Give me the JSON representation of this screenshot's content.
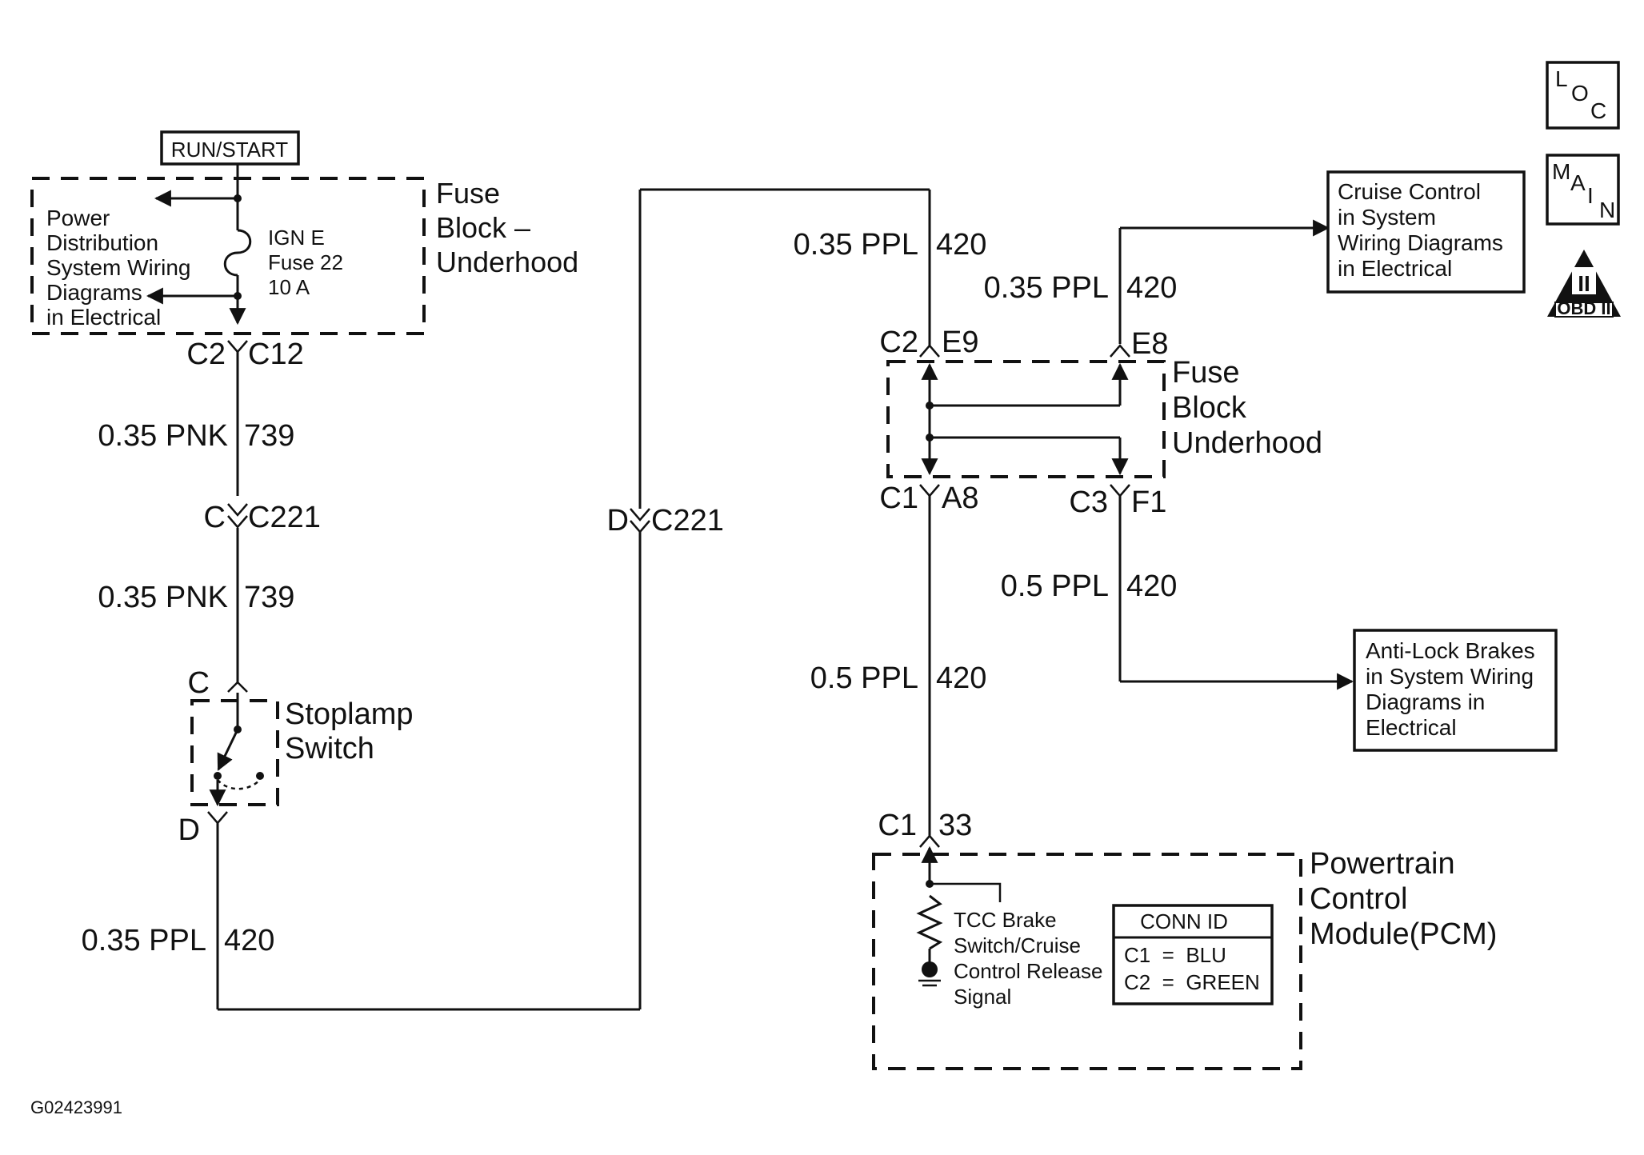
{
  "figure_id": "G02423991",
  "icons": {
    "loc": [
      "L",
      "O",
      "C"
    ],
    "main": [
      "M",
      "A",
      "I",
      "N"
    ],
    "obd": {
      "roman": "II",
      "label": "OBD II"
    }
  },
  "run_start": "RUN/START",
  "fuse_block_top": {
    "title": [
      "Fuse",
      "Block –",
      "Underhood"
    ],
    "fuse": [
      "IGN E",
      "Fuse 22",
      "10 A"
    ],
    "power_note": [
      "Power",
      "Distribution",
      "System Wiring",
      "Diagrams",
      "in Electrical"
    ]
  },
  "conn_c2_c12": {
    "left": "C2",
    "right": "C12"
  },
  "wire_pnk_1": {
    "gauge": "0.35 PNK",
    "circuit": "739"
  },
  "conn_c_c221": {
    "left": "C",
    "right": "C221"
  },
  "wire_pnk_2": {
    "gauge": "0.35 PNK",
    "circuit": "739"
  },
  "stoplamp": {
    "pin_c": "C",
    "pin_d": "D",
    "title": [
      "Stoplamp",
      "Switch"
    ]
  },
  "wire_ppl_bottom": {
    "gauge": "0.35 PPL",
    "circuit": "420"
  },
  "conn_d_c221": {
    "left": "D",
    "right": "C221"
  },
  "wire_ppl_mid": {
    "gauge": "0.35 PPL",
    "circuit": "420"
  },
  "wire_ppl_right": {
    "gauge": "0.35 PPL",
    "circuit": "420"
  },
  "conn_c2_e9": {
    "left": "C2",
    "right": "E9"
  },
  "conn_e8": {
    "right": "E8"
  },
  "fuse_block_mid": {
    "title": [
      "Fuse",
      "Block",
      "Underhood"
    ]
  },
  "conn_c1_a8": {
    "left": "C1",
    "right": "A8"
  },
  "conn_c3_f1": {
    "left": "C3",
    "right": "F1"
  },
  "wire_05_right": {
    "gauge": "0.5 PPL",
    "circuit": "420"
  },
  "wire_05_left": {
    "gauge": "0.5 PPL",
    "circuit": "420"
  },
  "cruise_ref": [
    "Cruise Control",
    "in System",
    "Wiring Diagrams",
    "in Electrical"
  ],
  "abs_ref": [
    "Anti-Lock Brakes",
    "in System Wiring",
    "Diagrams in",
    "Electrical"
  ],
  "conn_c1_33": {
    "left": "C1",
    "right": "33"
  },
  "pcm": {
    "title": [
      "Powertrain",
      "Control",
      "Module(PCM)"
    ],
    "signal": [
      "TCC Brake",
      "Switch/Cruise",
      "Control Release",
      "Signal"
    ],
    "conn_id": {
      "header": "CONN ID",
      "rows": [
        "C1  =  BLU",
        "C2  =  GREEN"
      ]
    }
  }
}
